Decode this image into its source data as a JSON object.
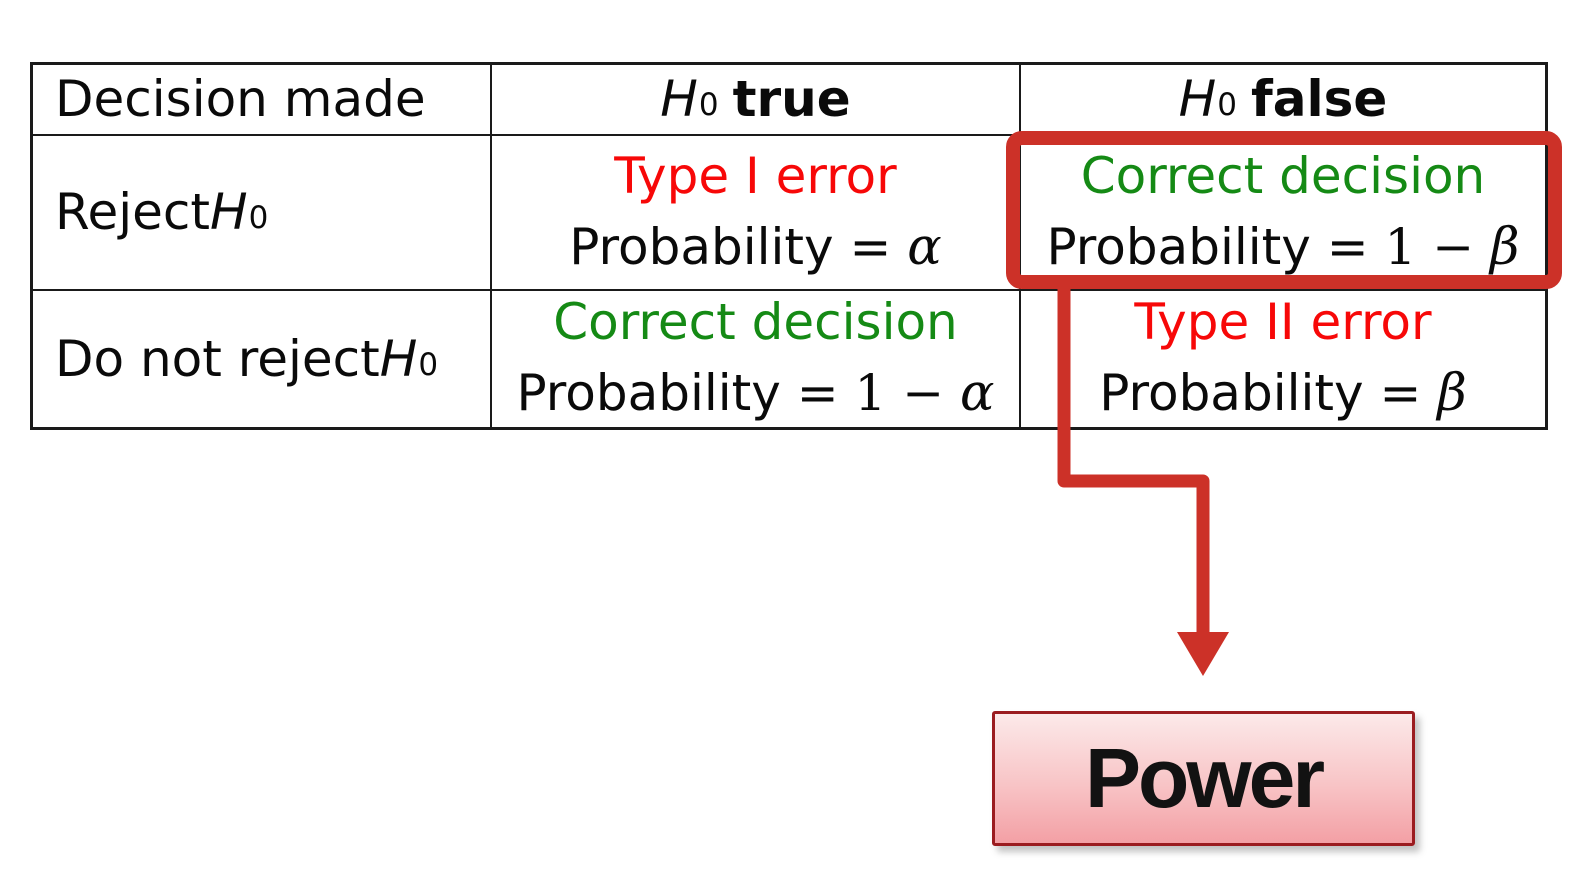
{
  "table": {
    "header": {
      "col1": "Decision made",
      "col2": {
        "h": "H",
        "sub": "0",
        "word": "true"
      },
      "col3": {
        "h": "H",
        "sub": "0",
        "word": "false"
      }
    },
    "rows": [
      {
        "label": {
          "prefix": "Reject ",
          "h": "H",
          "sub": "0"
        },
        "cells": [
          {
            "line1": "Type I error",
            "line1_type": "error",
            "line2_pre": "Probability = ",
            "line2_mid": "",
            "greek": "α"
          },
          {
            "line1": "Correct decision",
            "line1_type": "correct",
            "line2_pre": "Probability = ",
            "line2_mid": "1 − ",
            "greek": "β",
            "highlighted": true
          }
        ]
      },
      {
        "label": {
          "prefix": "Do not reject ",
          "h": "H",
          "sub": "0"
        },
        "cells": [
          {
            "line1": "Correct decision",
            "line1_type": "correct",
            "line2_pre": "Probability = ",
            "line2_mid": "1 − ",
            "greek": "α"
          },
          {
            "line1": "Type II error",
            "line1_type": "error",
            "line2_pre": "Probability = ",
            "line2_mid": "",
            "greek": "β"
          }
        ]
      }
    ]
  },
  "annotation": {
    "power_label": "Power"
  },
  "colors": {
    "error_text": "#f70808",
    "correct_text": "#158a15",
    "annotation_red": "#cc3128",
    "power_border": "#9b1c20",
    "power_gradient_top": "#fce9e9",
    "power_gradient_bottom": "#f3a0a5",
    "table_border": "#1a1a1a",
    "text": "#0a0a0a",
    "background": "#ffffff"
  }
}
